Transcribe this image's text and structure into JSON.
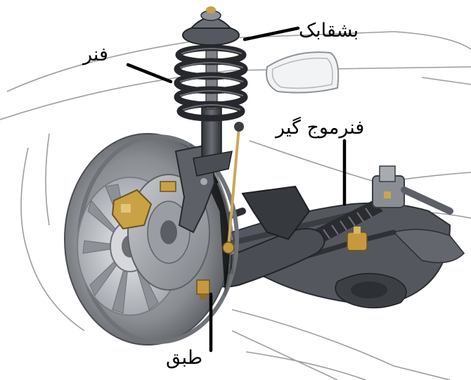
{
  "labels": {
    "strut_mount": "بشقابک",
    "coil_spring": "فنر",
    "stabilizer": "فنرموج گیر",
    "control_arm": "طبق"
  }
}
